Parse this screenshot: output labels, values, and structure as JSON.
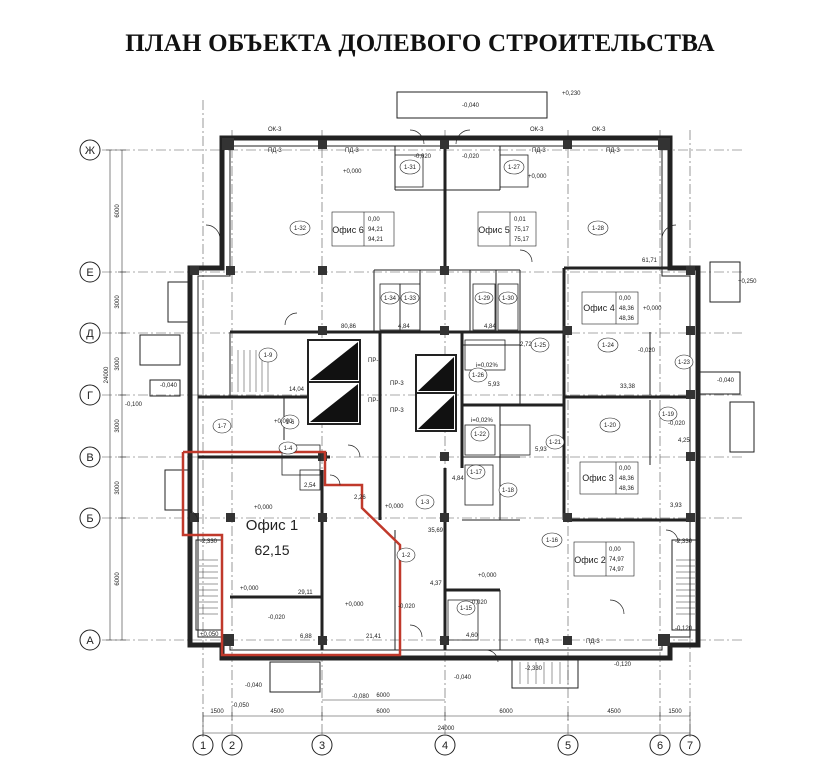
{
  "title": "ПЛАН ОБЪЕКТА ДОЛЕВОГО СТРОИТЕЛЬСТВА",
  "axes": {
    "rows": [
      "Ж",
      "Е",
      "Д",
      "Г",
      "В",
      "Б",
      "А"
    ],
    "cols": [
      "1",
      "2",
      "3",
      "4",
      "5",
      "6",
      "7"
    ]
  },
  "dimensions": {
    "left": [
      "6000",
      "3000",
      "3000",
      "3000",
      "3000",
      "6000"
    ],
    "left_total": "24000",
    "bottom_top": [
      "1500",
      "4500",
      "6000",
      "6000",
      "4500",
      "1500"
    ],
    "bottom_mid": "6000",
    "bottom_total": "24000"
  },
  "highlight": {
    "label": "Офис 1",
    "area": "62,15",
    "color": "#c0392b"
  },
  "offices": [
    {
      "name": "Офис 6",
      "values": [
        "0,00",
        "94,21",
        "94,21"
      ]
    },
    {
      "name": "Офис 5",
      "values": [
        "0,01",
        "75,17",
        "75,17"
      ]
    },
    {
      "name": "Офис 4",
      "values": [
        "0,00",
        "48,36",
        "48,36"
      ]
    },
    {
      "name": "Офис 3",
      "values": [
        "0,00",
        "48,36",
        "48,36"
      ]
    },
    {
      "name": "Офис 2",
      "values": [
        "0,00",
        "74,97",
        "74,97"
      ]
    }
  ],
  "rooms": [
    "1-32",
    "1-31",
    "1-27",
    "1-28",
    "1-34",
    "1-33",
    "1-29",
    "1-30",
    "1-9",
    "1-7",
    "1-6",
    "1-25",
    "1-24",
    "1-23",
    "1-26",
    "1-22",
    "1-21",
    "1-20",
    "1-19",
    "1-17",
    "1-18",
    "1-3",
    "1-16",
    "1-2",
    "1-15",
    "1-4"
  ],
  "marks": [
    "ПД-3",
    "ОК-3",
    "ПР-3",
    "+0,000",
    "-0,020",
    "-0,040",
    "-0,100",
    "-0,050",
    "-0,080",
    "-0,120",
    "-2,330",
    "+0,050",
    "+0,250",
    "+0,230",
    "-2,330",
    "i=0,02%",
    "80,86",
    "14,04",
    "33,38",
    "61,71",
    "35,69",
    "29,11",
    "21,41",
    "6,88",
    "4,60",
    "4,84",
    "5,93",
    "2,72",
    "2,54",
    "2,26",
    "4,37",
    "4,25",
    "3,93"
  ]
}
